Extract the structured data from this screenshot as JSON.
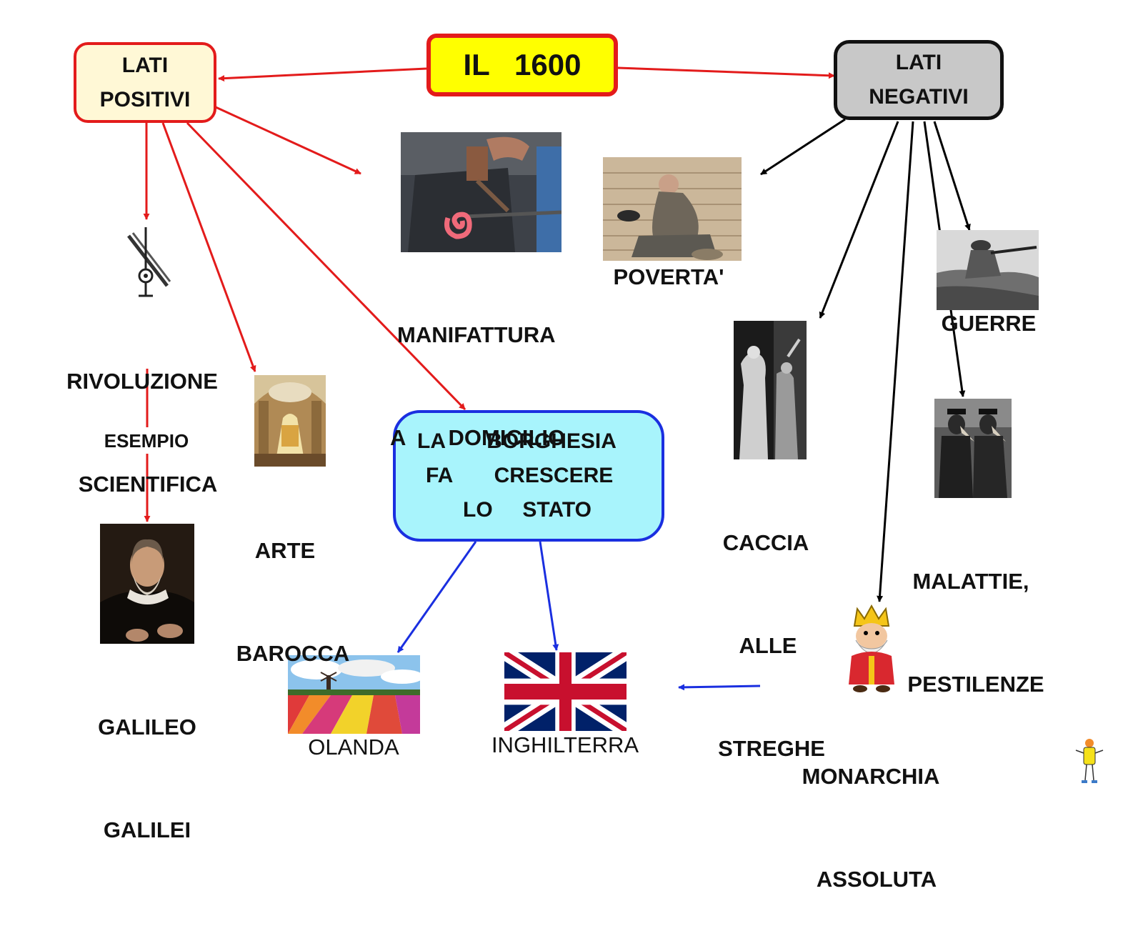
{
  "title": "IL   1600",
  "positive": {
    "line1": "LATI",
    "line2": "POSITIVI"
  },
  "negative": {
    "line1": "LATI",
    "line2": "NEGATIVI"
  },
  "rivoluzione": {
    "line1": "RIVOLUZIONE",
    "line2": "SCIENTIFICA"
  },
  "esempio": "ESEMPIO",
  "galileo": {
    "line1": "GALILEO",
    "line2": "GALILEI"
  },
  "arte": {
    "line1": "ARTE",
    "line2": "BAROCCA"
  },
  "manifattura": {
    "line1": "MANIFATTURA",
    "line2": "A       DOMICILIO"
  },
  "borghesia": {
    "line1": "LA       BORGHESIA",
    "line2": "FA       CRESCERE",
    "line3": "LO     STATO"
  },
  "olanda": "OLANDA",
  "inghilterra": "INGHILTERRA",
  "poverta": "POVERTA'",
  "caccia": {
    "line1": "CACCIA",
    "line2": "ALLE",
    "line3": "STREGHE"
  },
  "guerre": "GUERRE",
  "malattie": {
    "line1": "MALATTIE,",
    "line2": "PESTILENZE"
  },
  "monarchia": {
    "line1": "MONARCHIA",
    "line2": "ASSOLUTA"
  },
  "colors": {
    "title_fill": "#ffff00",
    "title_border": "#e31b1b",
    "positive_fill": "#fff8d6",
    "positive_border": "#e31b1b",
    "negative_fill": "#c8c8c8",
    "negative_border": "#111111",
    "borghesia_fill": "#a8f4fc",
    "borghesia_border": "#1a2fe0",
    "arrow_red": "#e31b1b",
    "arrow_black": "#000000",
    "arrow_blue": "#1a2fe0"
  },
  "icons": [
    "telescope-icon",
    "king-icon",
    "mascot-icon",
    "union-jack-flag"
  ]
}
